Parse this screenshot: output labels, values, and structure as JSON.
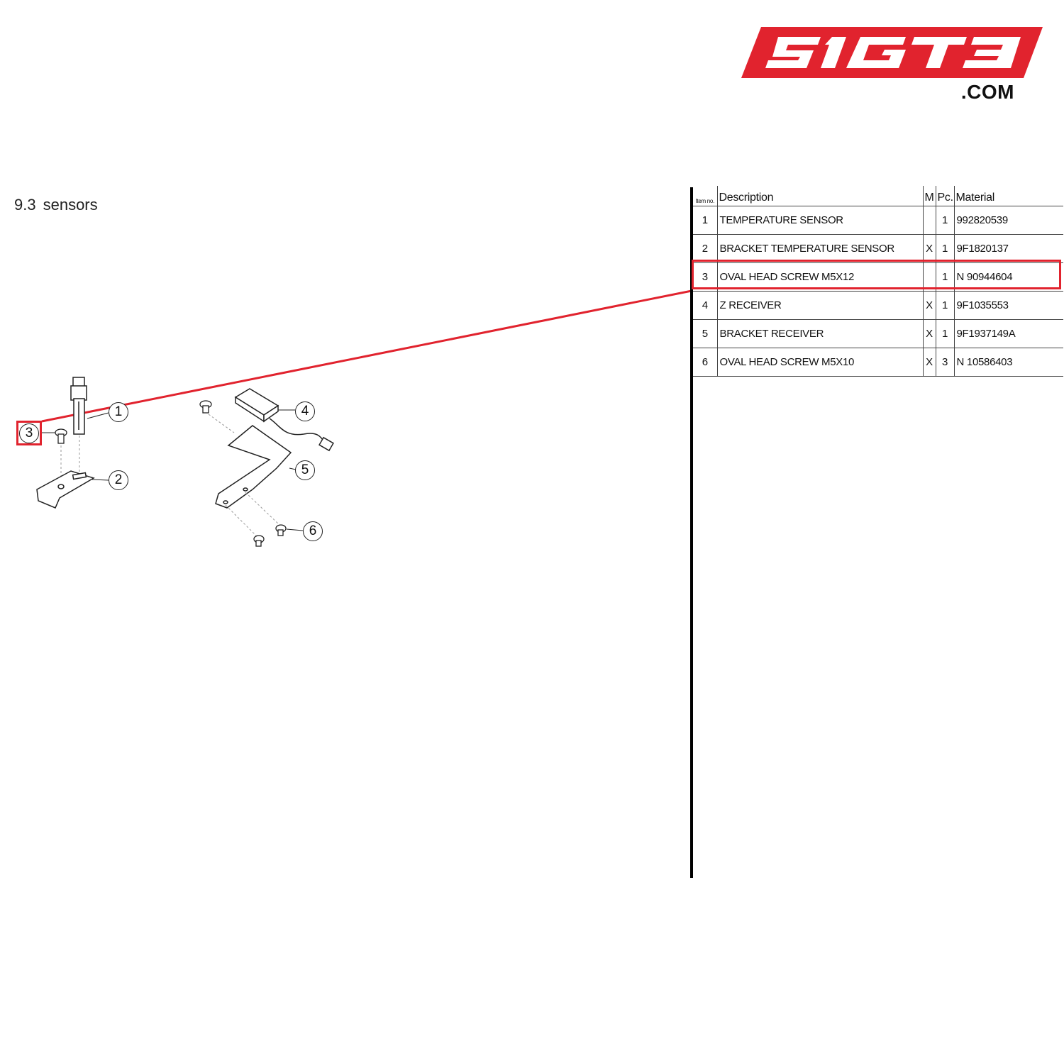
{
  "logo": {
    "text": "51GT3",
    "suffix": ".COM",
    "color": "#e1232e"
  },
  "section": {
    "number": "9.3",
    "title": "sensors"
  },
  "table": {
    "headers": {
      "item": "Item no.",
      "description": "Description",
      "m": "M",
      "pc": "Pc.",
      "material": "Material"
    },
    "rows": [
      {
        "item": "1",
        "description": "TEMPERATURE SENSOR",
        "m": "",
        "pc": "1",
        "material": "992820539"
      },
      {
        "item": "2",
        "description": "BRACKET TEMPERATURE SENSOR",
        "m": "X",
        "pc": "1",
        "material": "9F1820137"
      },
      {
        "item": "3",
        "description": "OVAL HEAD SCREW M5X12",
        "m": "",
        "pc": "1",
        "material": "N 90944604"
      },
      {
        "item": "4",
        "description": "Z RECEIVER",
        "m": "X",
        "pc": "1",
        "material": "9F1035553"
      },
      {
        "item": "5",
        "description": "BRACKET RECEIVER",
        "m": "X",
        "pc": "1",
        "material": "9F1937149A"
      },
      {
        "item": "6",
        "description": "OVAL HEAD SCREW M5X10",
        "m": "X",
        "pc": "3",
        "material": "N 10586403"
      }
    ],
    "highlighted_item": "3"
  },
  "callouts": [
    "1",
    "2",
    "3",
    "4",
    "5",
    "6"
  ],
  "colors": {
    "highlight": "#e1232e",
    "line": "#222222"
  }
}
